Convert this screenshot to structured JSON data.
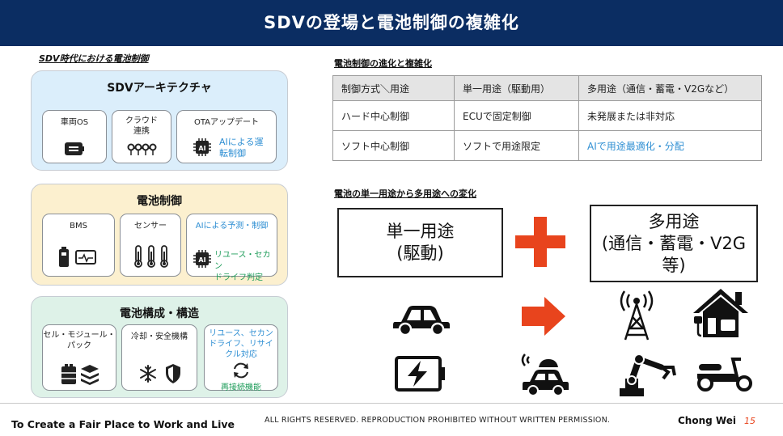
{
  "header": {
    "title": "SDVの登場と電池制御の複雑化"
  },
  "left": {
    "label": "SDV時代における電池制御",
    "groups": [
      {
        "title": "SDVアーキテクチャ",
        "cards": [
          {
            "label": "車両OS",
            "icons": [
              "screen-icon"
            ]
          },
          {
            "label": "クラウド\n連携",
            "icons": [
              "network-icon"
            ]
          },
          {
            "label": "OTAアップデート",
            "sub": "AIによる運\n転制御",
            "icons": [
              "ai-chip-icon"
            ]
          }
        ]
      },
      {
        "title": "電池制御",
        "cards": [
          {
            "label": "BMS",
            "icons": [
              "battery-icon",
              "monitor-icon"
            ]
          },
          {
            "label": "センサー",
            "icons": [
              "thermometer-icon"
            ]
          },
          {
            "label": "AIによる予測・制御",
            "sub": "リユース・セカン\nドライフ判定",
            "icons": [
              "ai-chip-icon"
            ]
          }
        ]
      },
      {
        "title": "電池構成・構造",
        "cards": [
          {
            "label": "セル・モジュール・\nパック",
            "icons": [
              "cell-icon",
              "layers-icon"
            ]
          },
          {
            "label": "冷却・安全機構",
            "icons": [
              "snowflake-icon",
              "shield-icon"
            ]
          },
          {
            "label": "リユース、セカン\nドライフ、リサイ\nクル対応",
            "sub": "再接続機能",
            "icons": [
              "recycle-icon"
            ]
          }
        ]
      }
    ]
  },
  "right": {
    "table_label": "電池制御の進化と複雑化",
    "table": {
      "headers": [
        "制御方式＼用途",
        "単一用途（駆動用）",
        "多用途（通信・蓄電・V2Gなど）"
      ],
      "rows": [
        [
          "ハード中心制御",
          "ECUで固定制御",
          "未発展または非対応"
        ],
        [
          "ソフト中心制御",
          "ソフトで用途限定",
          "AIで用途最適化・分配"
        ]
      ]
    },
    "change_label": "電池の単一用途から多用途への変化",
    "single_box": "単一用途\n(駆動)",
    "multi_box": "多用途\n(通信・蓄電・V2G\n等)",
    "icons": [
      "car-icon",
      "battery-charging-icon",
      "arrow-right-icon",
      "connected-car-icon",
      "antenna-tower-icon",
      "home-ev-charging-icon",
      "robot-arm-icon",
      "scooter-icon",
      "plus-icon"
    ],
    "colors": {
      "accent": "#e8441d",
      "blue": "#2f8fd3",
      "green": "#1e9c5a",
      "header": "#0b2d62"
    }
  },
  "footer": {
    "tagline": "To Create a Fair Place to Work and Live",
    "rights": "ALL RIGHTS RESERVED. REPRODUCTION PROHIBITED WITHOUT WRITTEN PERMISSION.",
    "author": "Chong Wei",
    "page": "15"
  }
}
